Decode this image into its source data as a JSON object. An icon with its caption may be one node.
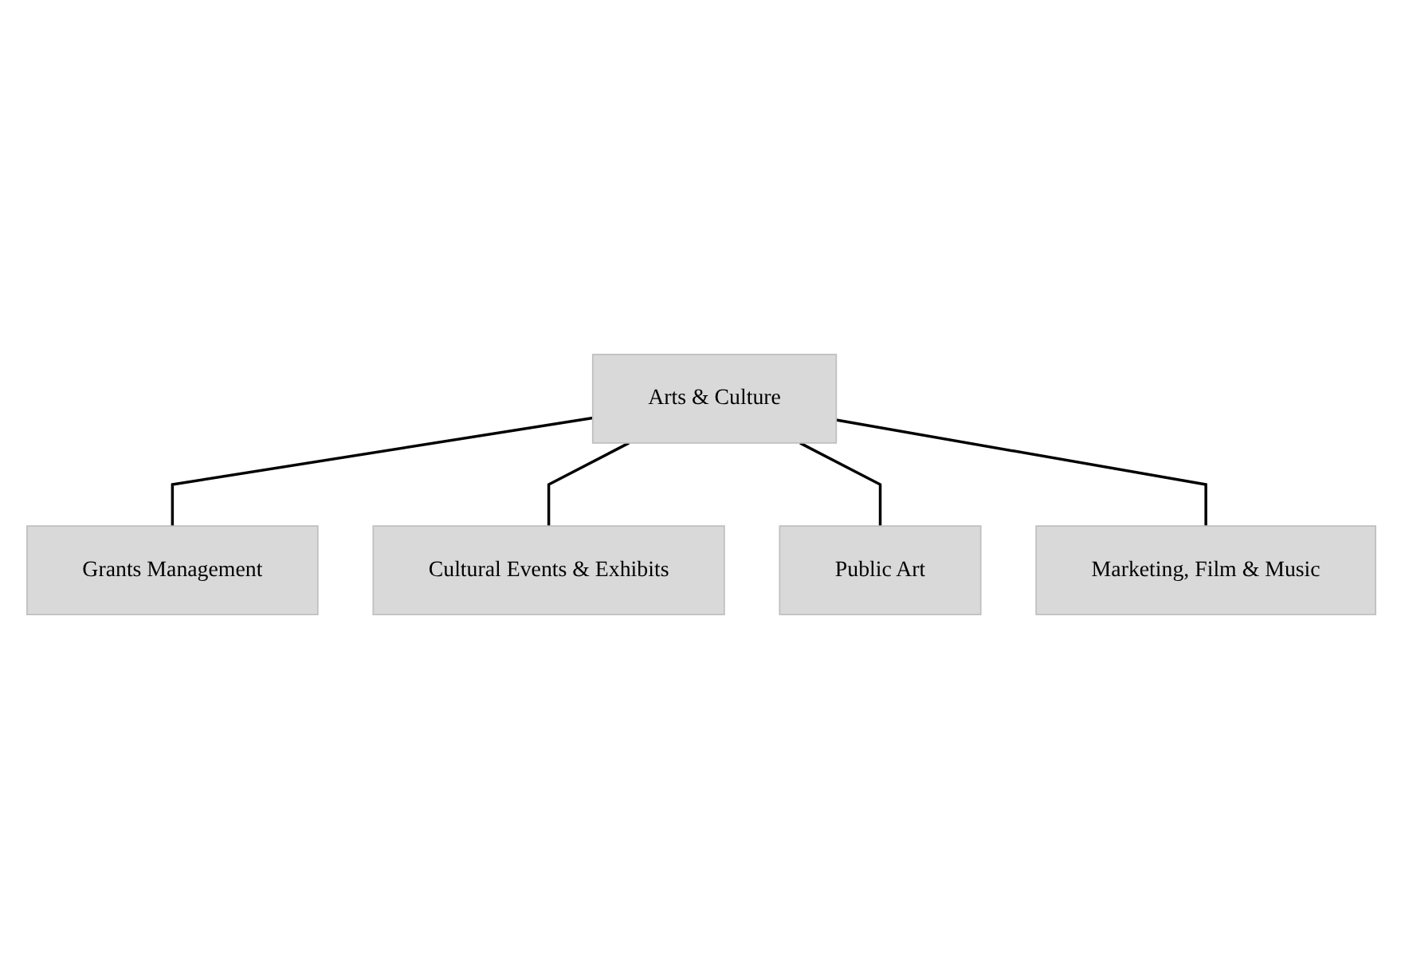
{
  "diagram": {
    "nodes": [
      {
        "text": [
          "Arts & Culture"
        ]
      },
      {
        "text": [
          "Grants Management"
        ]
      },
      {
        "text": [
          "Cultural Events & Exhibits"
        ]
      },
      {
        "text": [
          "Public Art"
        ]
      },
      {
        "text": [
          "Marketing, Film & Music"
        ]
      }
    ],
    "edges": [
      {
        "from": 0,
        "to": 1,
        "arrow": "none"
      },
      {
        "from": 0,
        "to": 2,
        "arrow": "none"
      },
      {
        "from": 0,
        "to": 3,
        "arrow": "none"
      },
      {
        "from": 0,
        "to": 4,
        "arrow": "none"
      }
    ]
  }
}
